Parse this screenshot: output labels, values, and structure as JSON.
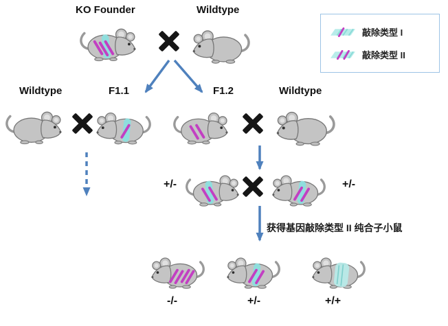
{
  "generation1": {
    "ko_founder": "KO Founder",
    "wildtype": "Wildtype"
  },
  "generation2": {
    "wildtype_left": "Wildtype",
    "f1_1": "F1.1",
    "f1_2": "F1.2",
    "wildtype_right": "Wildtype"
  },
  "generation3": {
    "left_genotype": "+/-",
    "right_genotype": "+/-"
  },
  "annotation": "获得基因敲除类型 II 纯合子小鼠",
  "generation4": {
    "genotypes": [
      "-/-",
      "+/-",
      "+/+"
    ]
  },
  "legend": {
    "items": [
      {
        "label": "敲除类型 I"
      },
      {
        "label": "敲除类型 II"
      }
    ]
  },
  "icons": {
    "cross_mark": "✖",
    "arrow": "blue directional arrow",
    "mouse": "gray cartoon mouse"
  },
  "colors": {
    "arrow_blue": "#4f81bd",
    "knockout_teal": "#8fdedd",
    "knockout_teal_light": "#b8ecea",
    "knockout_magenta": "#c23fc2",
    "mouse_gray": "#c4c4c4",
    "legend_border": "#9cc3e5"
  }
}
